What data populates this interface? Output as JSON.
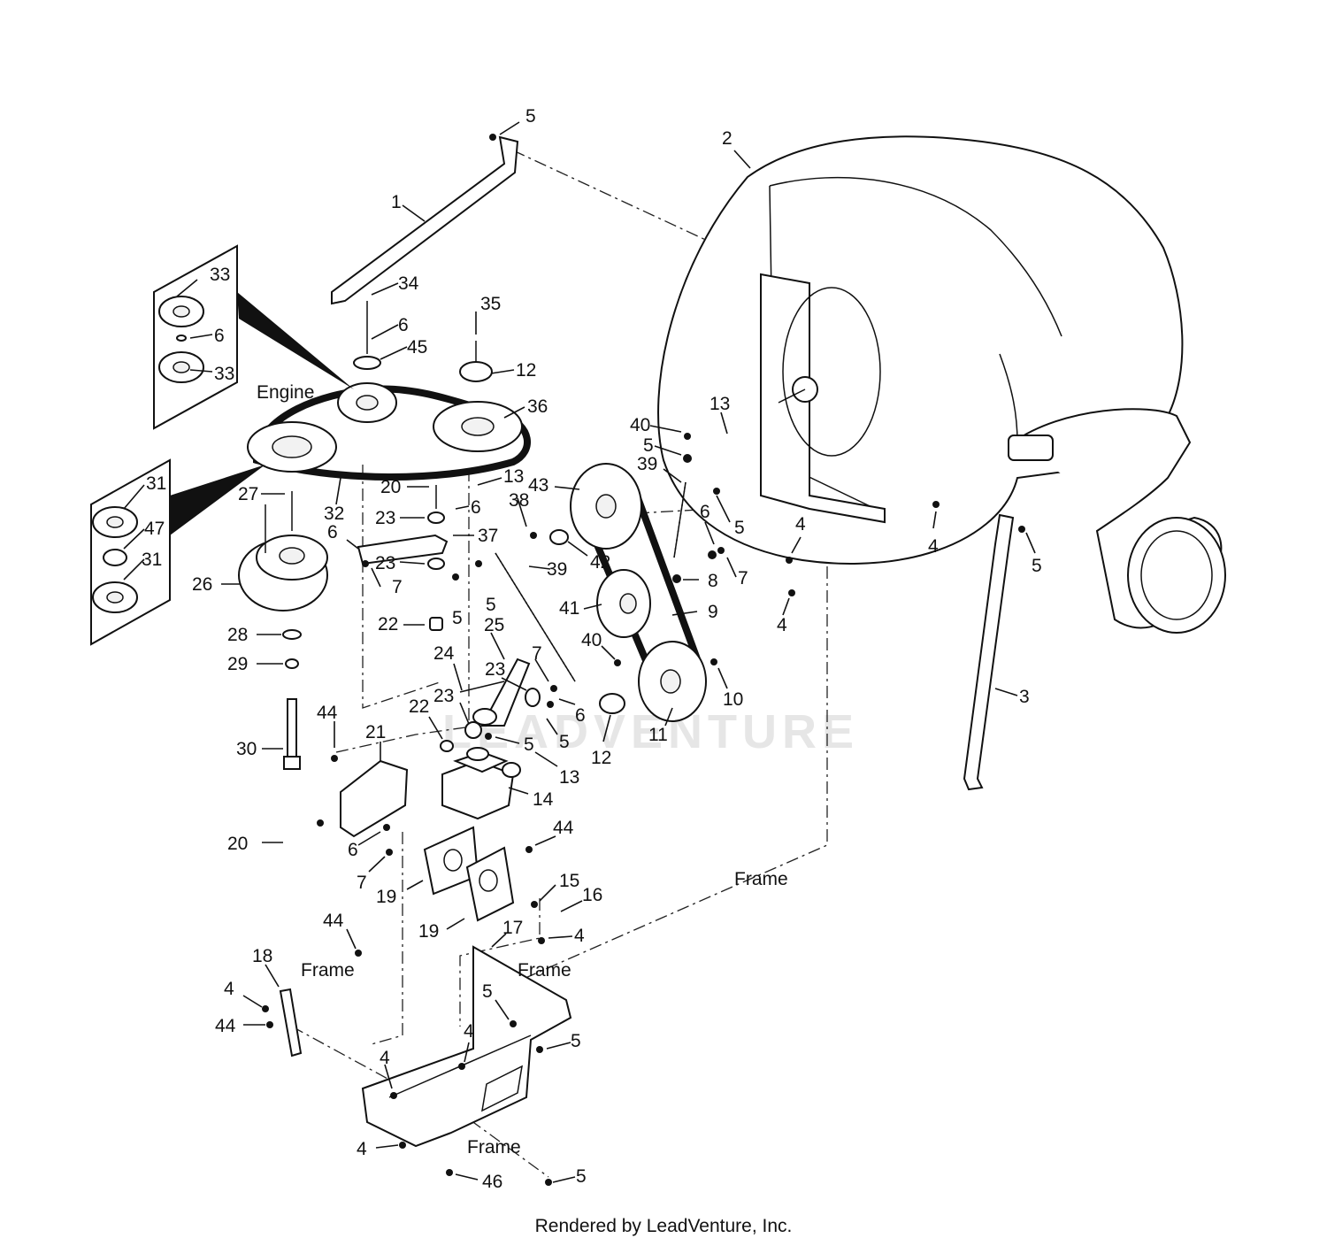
{
  "labels": {
    "engine": "Engine",
    "frame": "Frame",
    "watermark": "LEADVENTURE"
  },
  "footer": "Rendered by LeadVenture, Inc.",
  "callouts": {
    "c1": "1",
    "c2": "2",
    "c3": "3",
    "c4a": "4",
    "c4b": "4",
    "c4c": "4",
    "c4d": "4",
    "c4e": "4",
    "c4f": "4",
    "c4g": "4",
    "c4h": "4",
    "c5a": "5",
    "c5b": "5",
    "c5c": "5",
    "c5d": "5",
    "c5e": "5",
    "c5f": "5",
    "c5g": "5",
    "c5h": "5",
    "c5i": "5",
    "c5j": "5",
    "c6a": "6",
    "c6b": "6",
    "c6c": "6",
    "c6d": "6",
    "c6e": "6",
    "c6f": "6",
    "c7a": "7",
    "c7b": "7",
    "c7c": "7",
    "c7d": "7",
    "c8": "8",
    "c9": "9",
    "c10": "10",
    "c11": "11",
    "c12a": "12",
    "c12b": "12",
    "c13a": "13",
    "c13b": "13",
    "c13c": "13",
    "c14": "14",
    "c15": "15",
    "c16": "16",
    "c17": "17",
    "c18": "18",
    "c19a": "19",
    "c19b": "19",
    "c20a": "20",
    "c20b": "20",
    "c21": "21",
    "c22a": "22",
    "c22b": "22",
    "c23a": "23",
    "c23b": "23",
    "c23c": "23",
    "c23d": "23",
    "c24": "24",
    "c25": "25",
    "c26": "26",
    "c27": "27",
    "c28": "28",
    "c29": "29",
    "c30": "30",
    "c31a": "31",
    "c31b": "31",
    "c32": "32",
    "c33a": "33",
    "c33b": "33",
    "c34": "34",
    "c35": "35",
    "c36": "36",
    "c37": "37",
    "c38": "38",
    "c39a": "39",
    "c39b": "39",
    "c40a": "40",
    "c40b": "40",
    "c41": "41",
    "c42": "42",
    "c43": "43",
    "c44a": "44",
    "c44b": "44",
    "c44c": "44",
    "c44d": "44",
    "c45": "45",
    "c46": "46",
    "c47": "47"
  }
}
